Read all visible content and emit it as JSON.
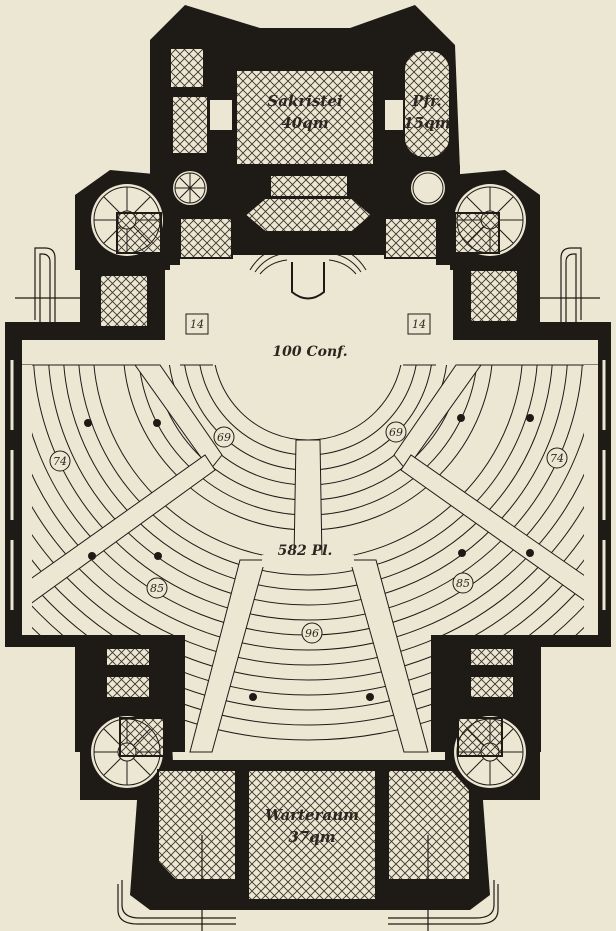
{
  "colors": {
    "paper": "#ece7d3",
    "ink": "#1e1b17",
    "hatch": "#3a342c"
  },
  "rooms": {
    "sacristy_name": "Sakristei",
    "sacristy_area": "40qm",
    "pastor_name": "Pfr.",
    "pastor_area": "15qm",
    "waiting_name": "Warteraum",
    "waiting_area": "37qm"
  },
  "capacity": {
    "confirmands": "100 Conf.",
    "seats": "582 Pl."
  },
  "block_counts": {
    "upper_left": "14",
    "upper_right": "14",
    "left_outer": "74",
    "left_inner": "69",
    "right_inner": "69",
    "right_outer": "74",
    "lower_left": "85",
    "lower_right": "85",
    "center": "96"
  }
}
